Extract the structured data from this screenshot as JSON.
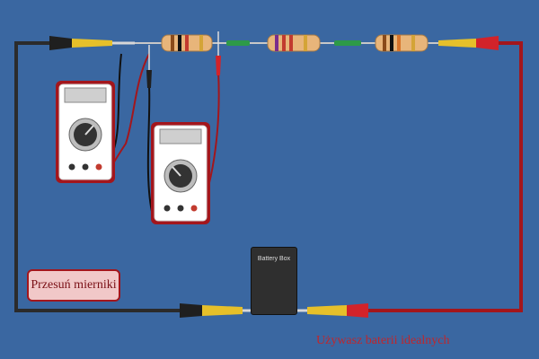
{
  "buttons": {
    "move_meters": "Przesuń mierniki"
  },
  "battery": {
    "label": "Battery Box"
  },
  "status": {
    "ideal_battery": "Używasz baterii idealnych"
  },
  "colors": {
    "background": "#3a67a1",
    "wire_black": "#2b2b2b",
    "wire_red": "#a3161c",
    "resistor_body": "#e8b57a",
    "meter_case": "#a3161c"
  },
  "icons": [
    "resistor-icon",
    "fuse-icon",
    "alligator-clip-icon",
    "multimeter-icon",
    "probe-icon"
  ]
}
